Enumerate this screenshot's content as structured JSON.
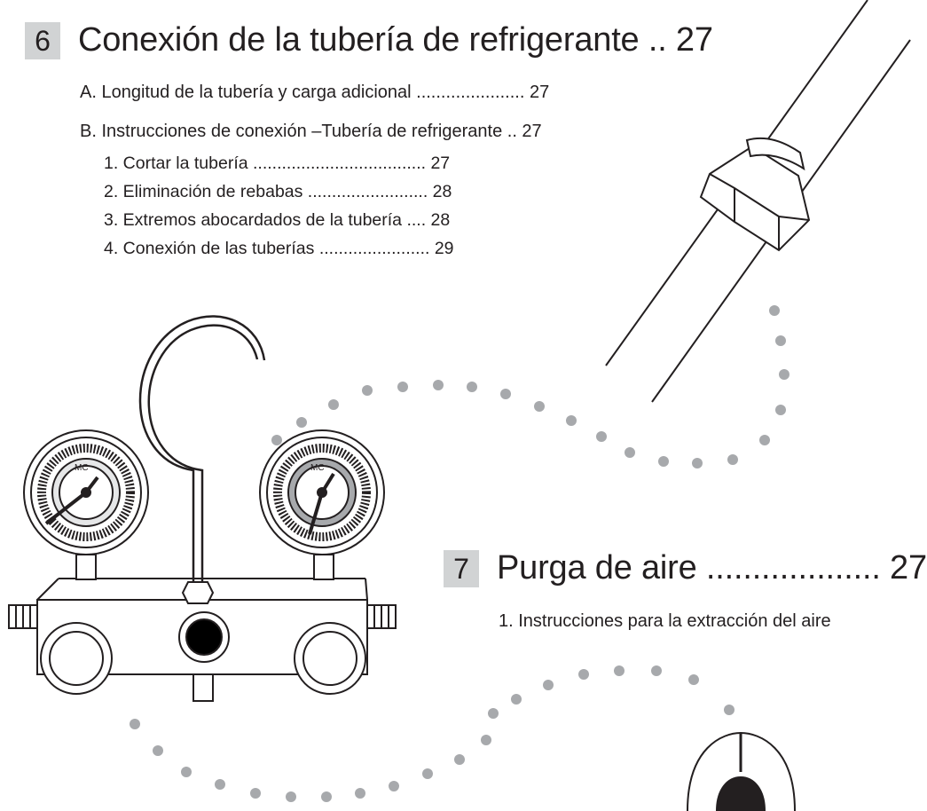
{
  "section6": {
    "number": "6",
    "title": "Conexión de la tubería de refrigerante .. 27",
    "entries": [
      {
        "label": "A. Longitud de la tubería y carga adicional ...................... 27"
      },
      {
        "label": "B. Instrucciones de conexión –Tubería de refrigerante .. 27"
      }
    ],
    "subentries": [
      {
        "label": "1. Cortar la tubería .................................... 27"
      },
      {
        "label": "2. Eliminación de rebabas ......................... 28"
      },
      {
        "label": "3. Extremos abocardados de la tubería .... 28"
      },
      {
        "label": "4. Conexión de las tuberías ....................... 29"
      }
    ]
  },
  "section7": {
    "number": "7",
    "title": "Purga de aire ................... 27",
    "entries": [
      {
        "label": "1. Instrucciones para la extracción del aire"
      }
    ]
  },
  "illustration": {
    "gauge_left_label": "MC",
    "gauge_right_label": "MC"
  }
}
